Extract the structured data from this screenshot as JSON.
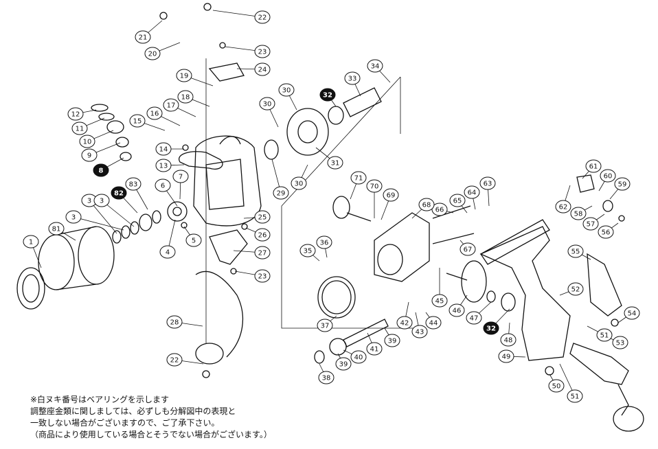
{
  "diagram": {
    "labels": [
      "1",
      "3",
      "3",
      "3",
      "4",
      "5",
      "6",
      "7",
      "8",
      "9",
      "10",
      "11",
      "12",
      "13",
      "14",
      "15",
      "16",
      "17",
      "18",
      "19",
      "20",
      "21",
      "22",
      "22",
      "23",
      "23",
      "24",
      "25",
      "26",
      "27",
      "28",
      "29",
      "30",
      "30",
      "30",
      "31",
      "32",
      "32",
      "33",
      "34",
      "35",
      "36",
      "37",
      "38",
      "39",
      "39",
      "40",
      "41",
      "42",
      "43",
      "44",
      "45",
      "46",
      "47",
      "48",
      "49",
      "50",
      "51",
      "51",
      "52",
      "53",
      "54",
      "55",
      "56",
      "57",
      "58",
      "59",
      "60",
      "61",
      "62",
      "63",
      "64",
      "65",
      "66",
      "67",
      "68",
      "69",
      "70",
      "71",
      "81",
      "82",
      "83"
    ],
    "bearing_labels": [
      "8",
      "32",
      "32",
      "82"
    ]
  },
  "notes": {
    "line1": "※白ヌキ番号はベアリングを示します",
    "line2": "調整座金類に関しましては、必ずしも分解図中の表現と",
    "line3": "一致しない場合がございますので、ご了承下さい。",
    "line4": "（商品により使用している場合とそうでない場合がございます。）"
  }
}
